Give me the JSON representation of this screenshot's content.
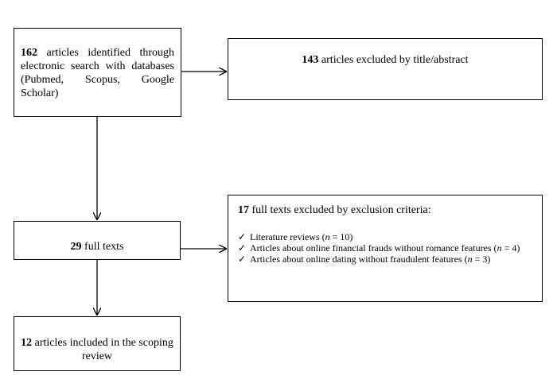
{
  "identified": {
    "count": "162",
    "text": " articles identified through electronic search with databases (Pubmed, Scopus, Google Scholar)"
  },
  "excluded_title": {
    "count": "143",
    "text": " articles excluded by title/abstract"
  },
  "full_texts": {
    "count": "29",
    "text": " full texts"
  },
  "excluded_criteria": {
    "count": "17",
    "text": " full texts excluded by exclusion criteria:",
    "items": [
      {
        "pre": "Literature reviews (",
        "n": "n",
        "post": " = 10)"
      },
      {
        "pre": "Articles about online financial frauds without romance features (",
        "n": "n",
        "post": " = 4)"
      },
      {
        "pre": "Articles about online dating without fraudulent features (",
        "n": "n",
        "post": " = 3)"
      }
    ],
    "check_icon": "check-icon"
  },
  "included": {
    "count": "12",
    "text": " articles included in the scoping review"
  }
}
